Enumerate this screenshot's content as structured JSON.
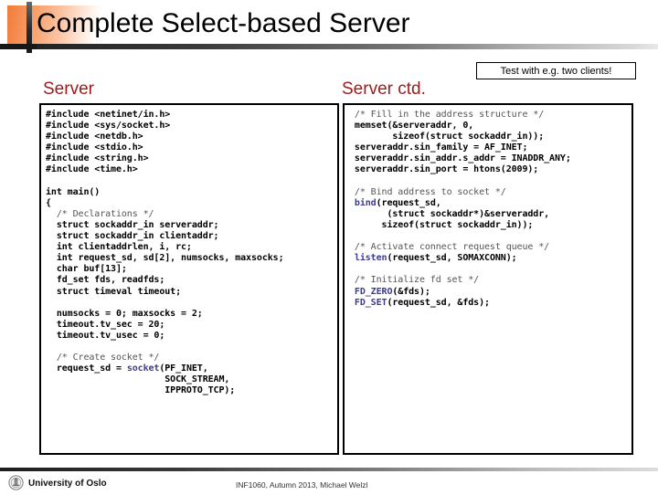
{
  "slide": {
    "title": "Complete Select-based Server",
    "callout": "Test with e.g. two clients!",
    "accent_orange": "#f07c3a",
    "heading_red": "#9e1b1b",
    "keyword_blue": "#3c3c8c",
    "comment_gray": "#555555"
  },
  "columns": {
    "left_heading": "Server",
    "right_heading": "Server ctd."
  },
  "code": {
    "left_lines": [
      [
        {
          "t": "#include <netinet/in.h>"
        }
      ],
      [
        {
          "t": "#include <sys/socket.h>"
        }
      ],
      [
        {
          "t": "#include <netdb.h>"
        }
      ],
      [
        {
          "t": "#include <stdio.h>"
        }
      ],
      [
        {
          "t": "#include <string.h>"
        }
      ],
      [
        {
          "t": "#include <time.h>"
        }
      ],
      [],
      [
        {
          "t": "int main()"
        }
      ],
      [
        {
          "t": "{"
        }
      ],
      [
        {
          "t": "  ",
          "s": "plain"
        },
        {
          "t": "/* Declarations */",
          "s": "comment"
        }
      ],
      [
        {
          "t": "  struct sockaddr_in serveraddr;"
        }
      ],
      [
        {
          "t": "  struct sockaddr_in clientaddr;"
        }
      ],
      [
        {
          "t": "  int clientaddrlen, i, rc;"
        }
      ],
      [
        {
          "t": "  int request_sd, sd[2], numsocks, maxsocks;"
        }
      ],
      [
        {
          "t": "  char buf[13];"
        }
      ],
      [
        {
          "t": "  fd_set fds, readfds;"
        }
      ],
      [
        {
          "t": "  struct timeval timeout;"
        }
      ],
      [],
      [
        {
          "t": "  numsocks = 0; maxsocks = 2;"
        }
      ],
      [
        {
          "t": "  timeout.tv_sec = 20;"
        }
      ],
      [
        {
          "t": "  timeout.tv_usec = 0;"
        }
      ],
      [],
      [
        {
          "t": "  ",
          "s": "plain"
        },
        {
          "t": "/* Create socket */",
          "s": "comment"
        }
      ],
      [
        {
          "t": "  request_sd = ",
          "s": "plain"
        },
        {
          "t": "socket",
          "s": "keyword"
        },
        {
          "t": "(PF_INET,",
          "s": "plain"
        }
      ],
      [
        {
          "t": "                      SOCK_STREAM,"
        }
      ],
      [
        {
          "t": "                      IPPROTO_TCP);"
        }
      ]
    ],
    "right_lines": [
      [
        {
          "t": " ",
          "s": "plain"
        },
        {
          "t": "/* Fill in the address structure */",
          "s": "comment"
        }
      ],
      [
        {
          "t": " memset(&serveraddr, 0,"
        }
      ],
      [
        {
          "t": "        sizeof(struct sockaddr_in));"
        }
      ],
      [
        {
          "t": " serveraddr.sin_family = AF_INET;"
        }
      ],
      [
        {
          "t": " serveraddr.sin_addr.s_addr = INADDR_ANY;"
        }
      ],
      [
        {
          "t": " serveraddr.sin_port = htons(2009);"
        }
      ],
      [],
      [
        {
          "t": " ",
          "s": "plain"
        },
        {
          "t": "/* Bind address to socket */",
          "s": "comment"
        }
      ],
      [
        {
          "t": " ",
          "s": "plain"
        },
        {
          "t": "bind",
          "s": "keyword"
        },
        {
          "t": "(request_sd,",
          "s": "plain"
        }
      ],
      [
        {
          "t": "       (struct sockaddr*)&serveraddr,"
        }
      ],
      [
        {
          "t": "      sizeof(struct sockaddr_in));"
        }
      ],
      [],
      [
        {
          "t": " ",
          "s": "plain"
        },
        {
          "t": "/* Activate connect request queue */",
          "s": "comment"
        }
      ],
      [
        {
          "t": " ",
          "s": "plain"
        },
        {
          "t": "listen",
          "s": "keyword"
        },
        {
          "t": "(request_sd, SOMAXCONN);",
          "s": "plain"
        }
      ],
      [],
      [
        {
          "t": " ",
          "s": "plain"
        },
        {
          "t": "/* Initialize fd set */",
          "s": "comment"
        }
      ],
      [
        {
          "t": " ",
          "s": "plain"
        },
        {
          "t": "FD_ZERO",
          "s": "keyword"
        },
        {
          "t": "(&fds);",
          "s": "plain"
        }
      ],
      [
        {
          "t": " ",
          "s": "plain"
        },
        {
          "t": "FD_SET",
          "s": "keyword"
        },
        {
          "t": "(request_sd, &fds);",
          "s": "plain"
        }
      ]
    ]
  },
  "footer": {
    "organization": "University of Oslo",
    "course": "INF1060,  Autumn 2013,  Michael Welzl"
  }
}
